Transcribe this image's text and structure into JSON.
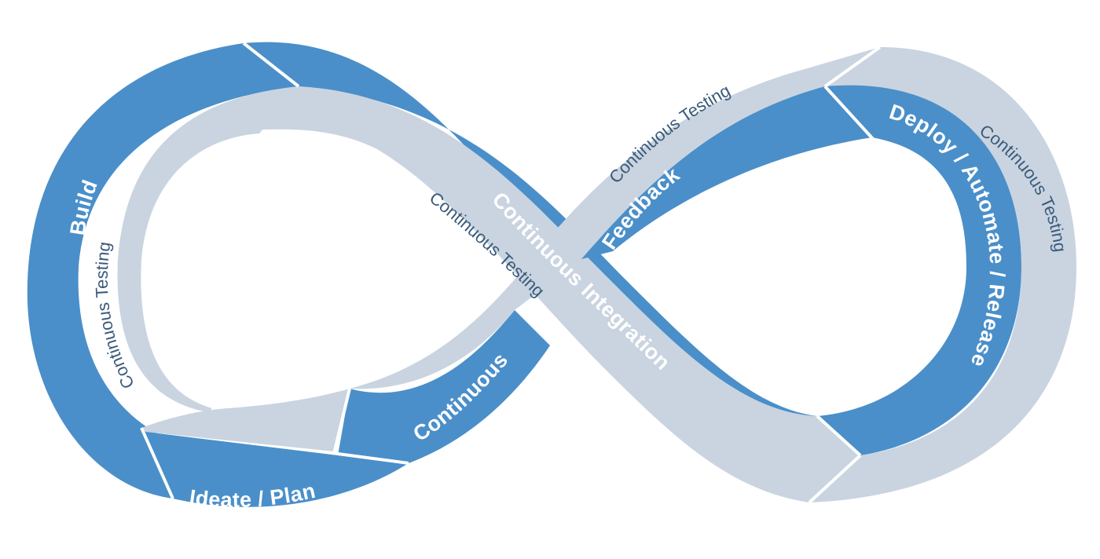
{
  "diagram": {
    "labels": {
      "build": "Build",
      "ideate_plan": "Ideate / Plan",
      "continuous_lower": "Continuous",
      "continuous_integration": "Continuous Integration",
      "feedback": "Feedback",
      "deploy": "Deploy / Automate / Release",
      "testing_left": "Continuous Testing",
      "testing_center": "Continuous Testing",
      "testing_top_right": "Continuous Testing",
      "testing_far_right": "Continuous Testing"
    },
    "colors": {
      "blue_band": "#4a8fc9",
      "grey_band": "#c9d4e0",
      "dark_text": "#3a5a7a",
      "light_text": "#ffffff"
    }
  }
}
